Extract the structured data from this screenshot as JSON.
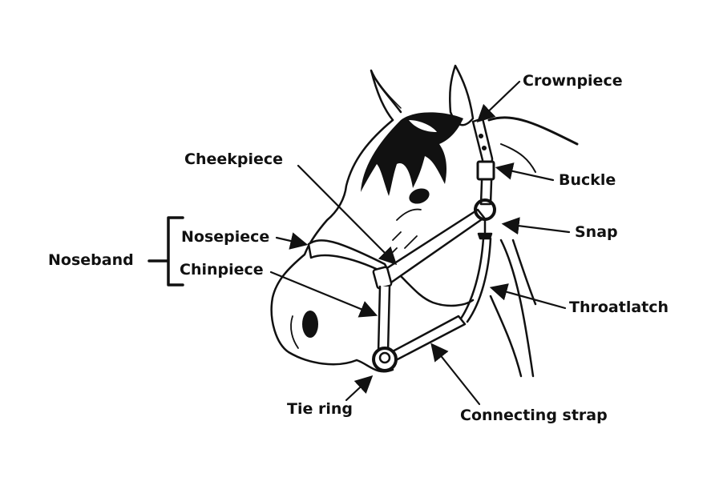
{
  "labels": {
    "crownpiece": "Crownpiece",
    "buckle": "Buckle",
    "snap": "Snap",
    "throatlatch": "Throatlatch",
    "connecting_strap": "Connecting strap",
    "tie_ring": "Tie ring",
    "cheekpiece": "Cheekpiece",
    "nosepiece": "Nosepiece",
    "chinpiece": "Chinpiece",
    "noseband": "Noseband"
  },
  "colors": {
    "ink": "#111111",
    "background": "#ffffff"
  }
}
